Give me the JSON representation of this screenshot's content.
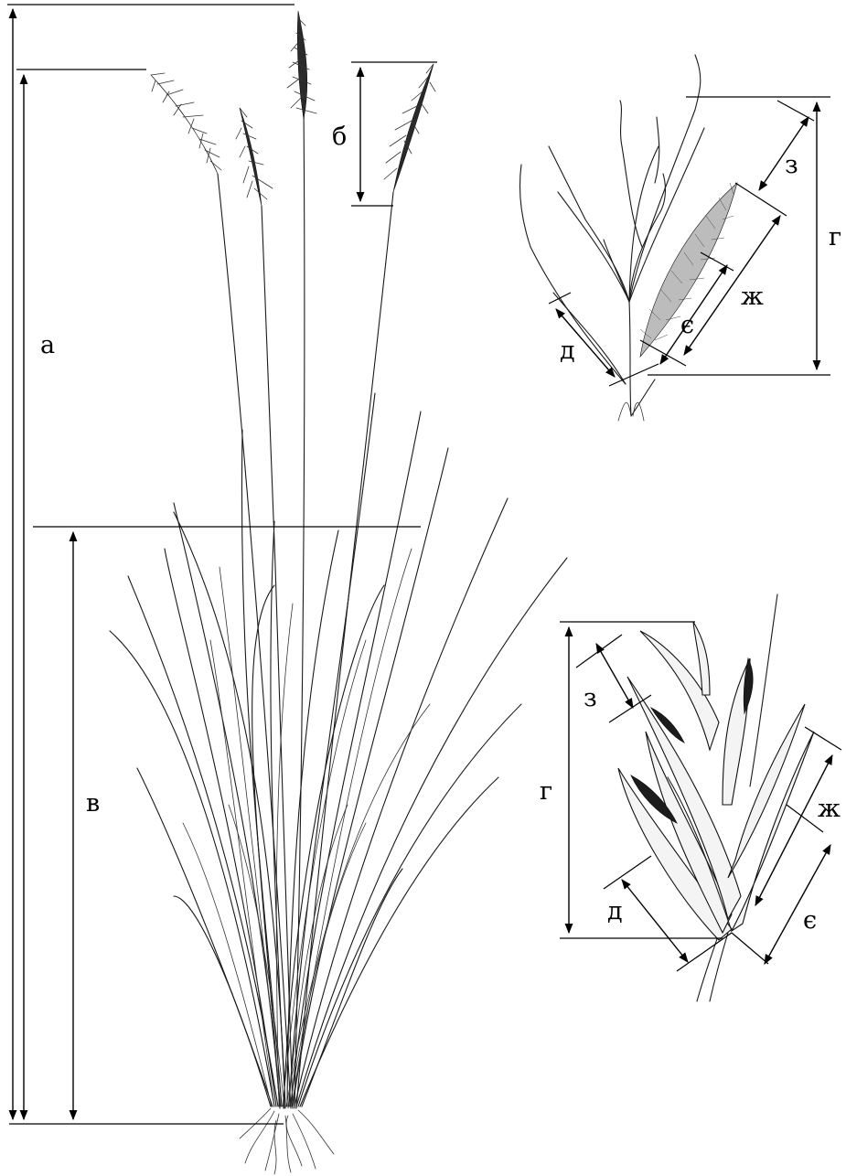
{
  "labels": {
    "plant": {
      "a": "а",
      "b": "б",
      "v": "в"
    },
    "panicle_top": {
      "g": "г",
      "d": "д",
      "ye": "є",
      "zh": "ж",
      "z": "з"
    },
    "spikelet_bottom": {
      "g": "г",
      "d": "д",
      "ye": "є",
      "zh": "ж",
      "z": "з"
    }
  },
  "colors": {
    "ink": "#000000",
    "paper": "#ffffff"
  }
}
